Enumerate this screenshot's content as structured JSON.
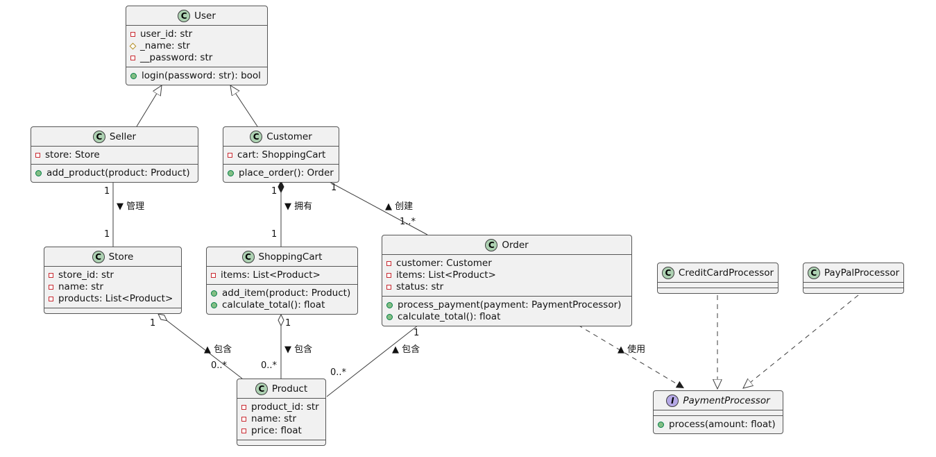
{
  "diagram": {
    "kind": "uml-class-diagram",
    "colors": {
      "box_fill": "#F1F1F1",
      "box_border": "#555555",
      "class_badge_fill": "#ADD1B2",
      "interface_badge_fill": "#B4A7E5",
      "private_field_icon_color": "#C82930",
      "protected_field_icon_color": "#B38D22",
      "public_method_icon_color": "#84BE84",
      "edge_color": "#3c3c3c"
    },
    "classes": {
      "user": {
        "name": "User",
        "type": "class",
        "stereotype_letter": "C",
        "attrs": [
          {
            "visibility": "private",
            "icon": "red-square-icon",
            "text": "user_id: str"
          },
          {
            "visibility": "protected",
            "icon": "orange-diamond-icon",
            "text": "_name: str"
          },
          {
            "visibility": "private",
            "icon": "red-square-icon",
            "text": "__password: str"
          }
        ],
        "methods": [
          {
            "visibility": "public",
            "icon": "green-circle-icon",
            "text": "login(password: str): bool"
          }
        ]
      },
      "seller": {
        "name": "Seller",
        "type": "class",
        "stereotype_letter": "C",
        "attrs": [
          {
            "visibility": "private",
            "icon": "red-square-icon",
            "text": "store: Store"
          }
        ],
        "methods": [
          {
            "visibility": "public",
            "icon": "green-circle-icon",
            "text": "add_product(product: Product)"
          }
        ]
      },
      "customer": {
        "name": "Customer",
        "type": "class",
        "stereotype_letter": "C",
        "attrs": [
          {
            "visibility": "private",
            "icon": "red-square-icon",
            "text": "cart: ShoppingCart"
          }
        ],
        "methods": [
          {
            "visibility": "public",
            "icon": "green-circle-icon",
            "text": "place_order(): Order"
          }
        ]
      },
      "store": {
        "name": "Store",
        "type": "class",
        "stereotype_letter": "C",
        "attrs": [
          {
            "visibility": "private",
            "icon": "red-square-icon",
            "text": "store_id: str"
          },
          {
            "visibility": "private",
            "icon": "red-square-icon",
            "text": "name: str"
          },
          {
            "visibility": "private",
            "icon": "red-square-icon",
            "text": "products: List<Product>"
          }
        ],
        "methods": []
      },
      "shopping_cart": {
        "name": "ShoppingCart",
        "type": "class",
        "stereotype_letter": "C",
        "attrs": [
          {
            "visibility": "private",
            "icon": "red-square-icon",
            "text": "items: List<Product>"
          }
        ],
        "methods": [
          {
            "visibility": "public",
            "icon": "green-circle-icon",
            "text": "add_item(product: Product)"
          },
          {
            "visibility": "public",
            "icon": "green-circle-icon",
            "text": "calculate_total(): float"
          }
        ]
      },
      "order": {
        "name": "Order",
        "type": "class",
        "stereotype_letter": "C",
        "attrs": [
          {
            "visibility": "private",
            "icon": "red-square-icon",
            "text": "customer: Customer"
          },
          {
            "visibility": "private",
            "icon": "red-square-icon",
            "text": "items: List<Product>"
          },
          {
            "visibility": "private",
            "icon": "red-square-icon",
            "text": "status: str"
          }
        ],
        "methods": [
          {
            "visibility": "public",
            "icon": "green-circle-icon",
            "text": "process_payment(payment: PaymentProcessor)"
          },
          {
            "visibility": "public",
            "icon": "green-circle-icon",
            "text": "calculate_total(): float"
          }
        ]
      },
      "credit_card_processor": {
        "name": "CreditCardProcessor",
        "type": "class",
        "stereotype_letter": "C",
        "attrs": [],
        "methods": []
      },
      "paypal_processor": {
        "name": "PayPalProcessor",
        "type": "class",
        "stereotype_letter": "C",
        "attrs": [],
        "methods": []
      },
      "product": {
        "name": "Product",
        "type": "class",
        "stereotype_letter": "C",
        "attrs": [
          {
            "visibility": "private",
            "icon": "red-square-icon",
            "text": "product_id: str"
          },
          {
            "visibility": "private",
            "icon": "red-square-icon",
            "text": "name: str"
          },
          {
            "visibility": "private",
            "icon": "red-square-icon",
            "text": "price: float"
          }
        ],
        "methods": []
      },
      "payment_processor": {
        "name": "PaymentProcessor",
        "type": "interface",
        "stereotype_letter": "I",
        "attrs": [],
        "methods": [
          {
            "visibility": "public",
            "icon": "green-circle-icon",
            "text": "process(amount: float)"
          }
        ]
      }
    },
    "relationships": [
      {
        "from": "Seller",
        "to": "User",
        "type": "generalization"
      },
      {
        "from": "Customer",
        "to": "User",
        "type": "generalization"
      },
      {
        "from": "Seller",
        "to": "Store",
        "type": "association",
        "label": "▼ 管理",
        "from_mult": "1",
        "to_mult": "1"
      },
      {
        "from": "Customer",
        "to": "ShoppingCart",
        "type": "composition",
        "label": "▼ 拥有",
        "from_mult": "1",
        "to_mult": "1"
      },
      {
        "from": "Customer",
        "to": "Order",
        "type": "association",
        "label": "▲ 创建",
        "from_mult": "1",
        "to_mult": "1..*"
      },
      {
        "from": "Store",
        "to": "Product",
        "type": "aggregation",
        "label": "▲ 包含",
        "from_mult": "1",
        "to_mult": "0..*"
      },
      {
        "from": "ShoppingCart",
        "to": "Product",
        "type": "aggregation",
        "label": "▼ 包含",
        "from_mult": "1",
        "to_mult": "0..*"
      },
      {
        "from": "Order",
        "to": "Product",
        "type": "association",
        "label": "▲ 包含",
        "from_mult": "1",
        "to_mult": "0..*"
      },
      {
        "from": "Order",
        "to": "PaymentProcessor",
        "type": "dependency",
        "label": "▲ 使用"
      },
      {
        "from": "CreditCardProcessor",
        "to": "PaymentProcessor",
        "type": "realization"
      },
      {
        "from": "PayPalProcessor",
        "to": "PaymentProcessor",
        "type": "realization"
      }
    ]
  }
}
